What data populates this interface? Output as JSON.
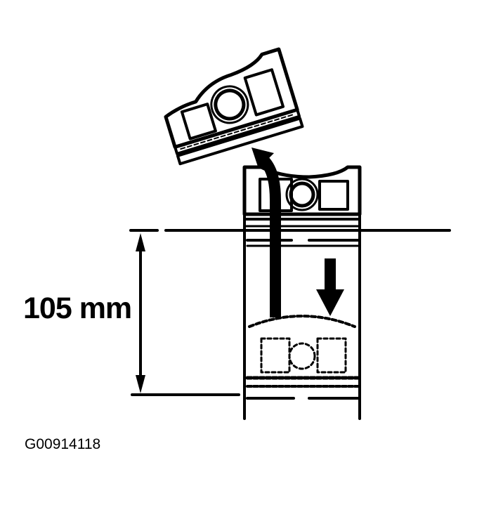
{
  "diagram": {
    "subject": "Piston installation into cylinder bore",
    "dimension_label": "105 mm",
    "figure_id": "G00914118",
    "elements": {
      "upper_piston": "piston tilted, being lifted out / inserted",
      "lower_piston": "piston in bore, solid (upper) and dashed (lower) positions",
      "curved_arrow": "upward curved arrow indicating removal/tilt motion",
      "down_arrow": "downward arrow indicating push direction",
      "dimension_arrow": "vertical double-headed arrow spanning 105 mm between reference lines"
    },
    "colors": {
      "ink": "#000000",
      "background": "#ffffff"
    }
  }
}
